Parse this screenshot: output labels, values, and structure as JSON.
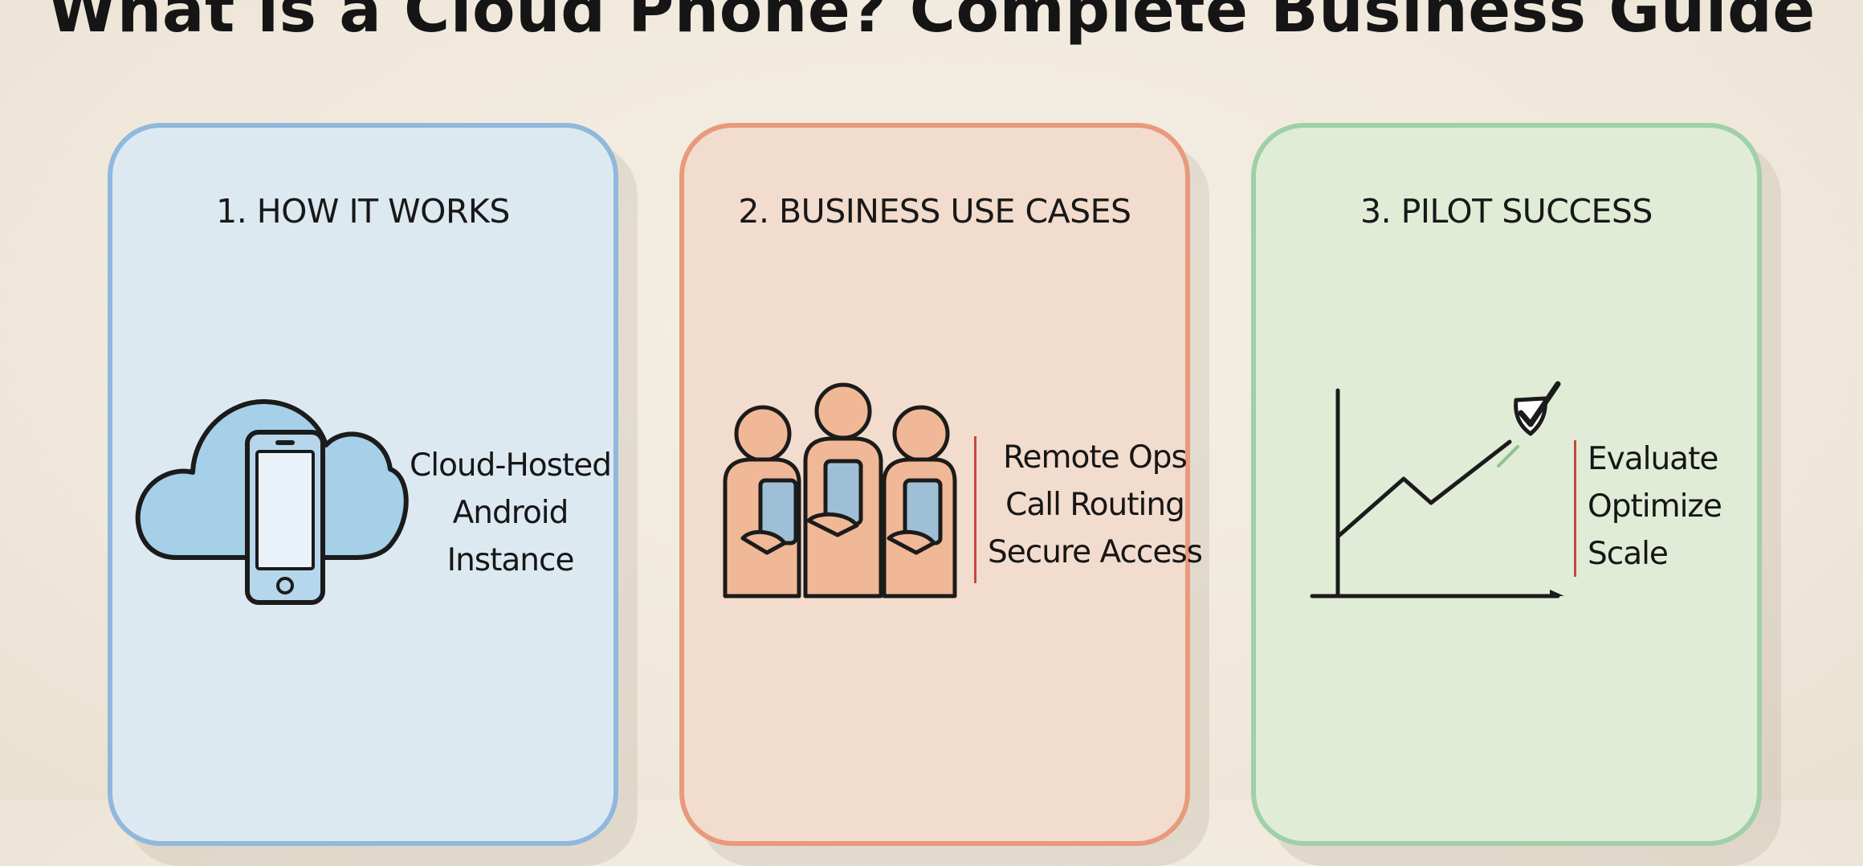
{
  "title": "What is a Cloud Phone? Complete Business Guide",
  "cards": [
    {
      "heading": "1. HOW IT WORKS",
      "lines": [
        "Cloud-Hosted",
        "Android",
        "Instance"
      ],
      "icon": "cloud-phone-icon",
      "color": "#8fb8dc",
      "fill": "#dde9f1"
    },
    {
      "heading": "2. BUSINESS USE CASES",
      "lines": [
        "Remote Ops",
        "Call Routing",
        "Secure Access"
      ],
      "icon": "users-with-phones-icon",
      "color": "#e89a7c",
      "fill": "#f2dccd"
    },
    {
      "heading": "3. PILOT SUCCESS",
      "lines": [
        "Evaluate",
        "Optimize",
        "Scale"
      ],
      "icon": "growth-chart-check-icon",
      "color": "#9fd0a6",
      "fill": "#e1ecd7"
    }
  ]
}
